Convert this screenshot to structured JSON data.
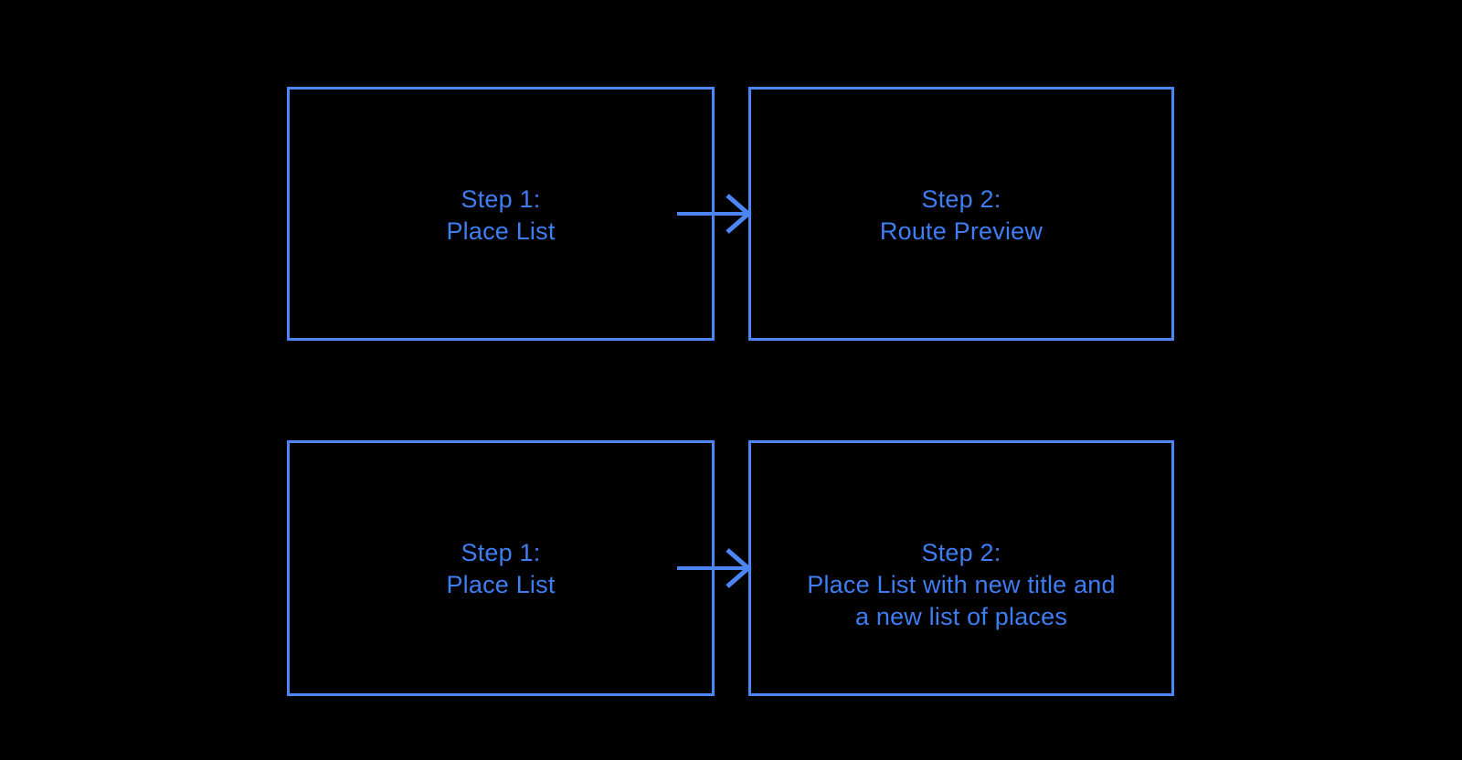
{
  "colors": {
    "background": "#000000",
    "stroke": "#4C86F4",
    "text": "#3E7DF2"
  },
  "flow": {
    "rows": [
      {
        "source": {
          "lines": [
            "Step 1:",
            "Place List"
          ]
        },
        "connector": {
          "type": "arrow-right"
        },
        "target": {
          "lines": [
            "Step 2:",
            "Route Preview"
          ]
        }
      },
      {
        "source": {
          "lines": [
            "Step 1:",
            "Place List"
          ]
        },
        "connector": {
          "type": "arrow-right"
        },
        "target": {
          "lines": [
            "Step 2:",
            "Place List with new title and",
            "a new list of places"
          ]
        }
      }
    ]
  }
}
